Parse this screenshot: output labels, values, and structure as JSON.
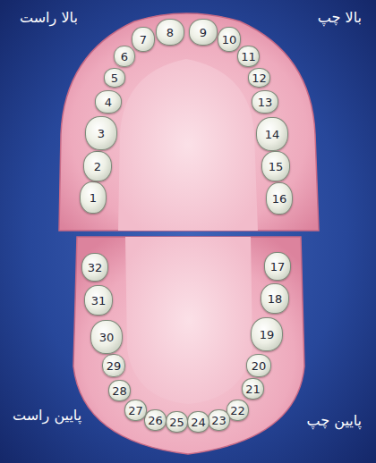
{
  "diagram": {
    "nodes": [
      {
        "text": [
          "1"
        ]
      },
      {
        "text": [
          "2"
        ]
      },
      {
        "text": [
          "3"
        ]
      },
      {
        "text": [
          "4"
        ]
      },
      {
        "text": [
          "5"
        ]
      },
      {
        "text": [
          "6"
        ]
      },
      {
        "text": [
          "7"
        ]
      },
      {
        "text": [
          "8"
        ]
      },
      {
        "text": [
          "9"
        ]
      },
      {
        "text": [
          "10"
        ]
      },
      {
        "text": [
          "11"
        ]
      },
      {
        "text": [
          "12"
        ]
      },
      {
        "text": [
          "13"
        ]
      },
      {
        "text": [
          "14"
        ]
      },
      {
        "text": [
          "15"
        ]
      },
      {
        "text": [
          "16"
        ]
      },
      {
        "text": [
          "17"
        ]
      },
      {
        "text": [
          "18"
        ]
      },
      {
        "text": [
          "19"
        ]
      },
      {
        "text": [
          "20"
        ]
      },
      {
        "text": [
          "21"
        ]
      },
      {
        "text": [
          "22"
        ]
      },
      {
        "text": [
          "23"
        ]
      },
      {
        "text": [
          "24"
        ]
      },
      {
        "text": [
          "25"
        ]
      },
      {
        "text": [
          "26"
        ]
      },
      {
        "text": [
          "27"
        ]
      },
      {
        "text": [
          "28"
        ]
      },
      {
        "text": [
          "29"
        ]
      },
      {
        "text": [
          "30"
        ]
      },
      {
        "text": [
          "31"
        ]
      },
      {
        "text": [
          "32"
        ]
      }
    ],
    "labels": [
      "بالا راست",
      "بالا چپ",
      "پایین راست",
      "پایین چپ"
    ]
  }
}
